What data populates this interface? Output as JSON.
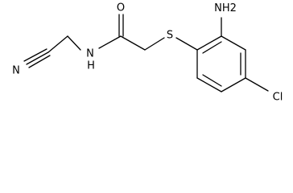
{
  "molecule": {
    "atoms": {
      "nh2": "NH2",
      "o": "O",
      "nh": "N",
      "h": "H",
      "s": "S",
      "n_nitrile": "N",
      "cl": "Cl"
    },
    "colors": {
      "bond": "#000000",
      "text": "#000000",
      "background": "#ffffff"
    }
  }
}
